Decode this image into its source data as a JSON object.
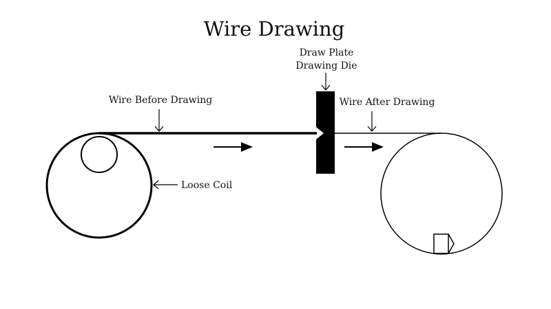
{
  "title": "Wire Drawing",
  "labels": {
    "draw_plate": "Draw Plate",
    "drawing_die": "Drawing Die",
    "wire_before": "Wire Before Drawing",
    "wire_after": "Wire After Drawing",
    "loose_coil": "Loose Coil"
  },
  "colors": {
    "ink": "#000000",
    "background": "#ffffff"
  }
}
